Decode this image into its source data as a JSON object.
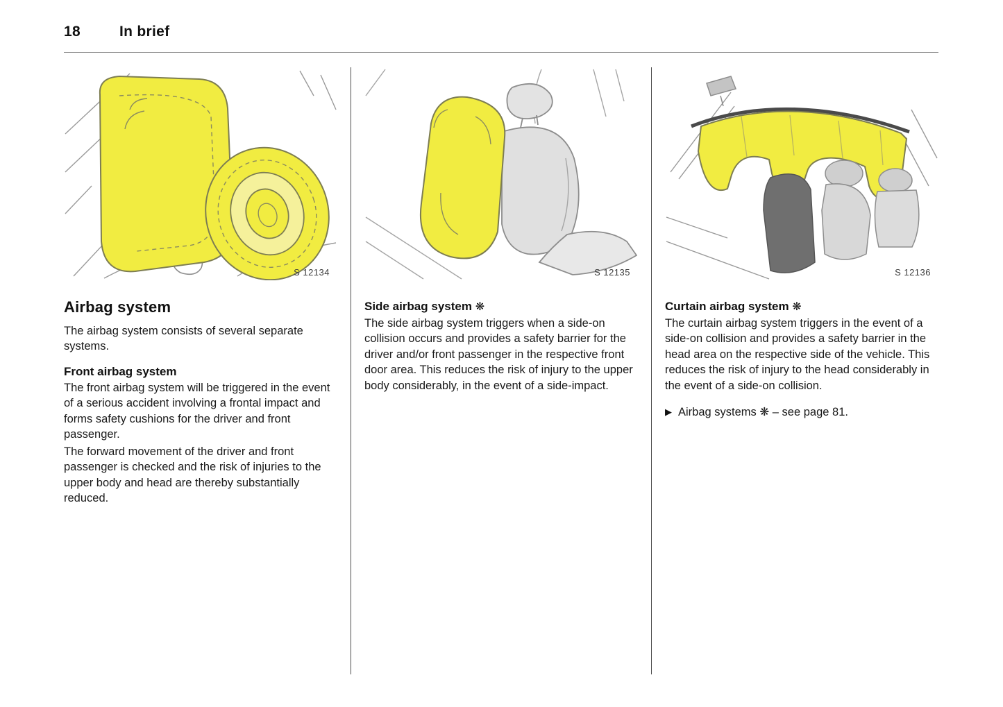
{
  "page": {
    "number": "18",
    "section": "In brief"
  },
  "colors": {
    "airbag_highlight": "#f1ec41"
  },
  "columns": [
    {
      "image_caption": "S 12134",
      "heading": "Airbag system",
      "intro": "The airbag system consists of several separate systems.",
      "subheading": "Front airbag system",
      "paragraph1": "The front airbag system will be triggered in the event of a serious accident involving a frontal impact and forms safety cushions for the driver and front passenger.",
      "paragraph2": "The forward movement of the driver and front passenger is checked and the risk of injuries to the upper body and head are thereby substantially reduced."
    },
    {
      "image_caption": "S 12135",
      "heading": "Side airbag system",
      "symbol": "❋",
      "paragraph1": "The side airbag system triggers when a side-on collision occurs and provides a safety barrier for the driver and/or front passenger in the respective front door area. This reduces the risk of injury to the upper body considerably, in the event of a side-impact."
    },
    {
      "image_caption": "S 12136",
      "heading": "Curtain airbag system",
      "symbol": "❋",
      "paragraph1": "The curtain airbag system triggers in the event of a side-on collision and provides a safety barrier in the head area on the respective side of the vehicle. This reduces the risk of injury to the head considerably in the event of a side-on collision.",
      "note_marker": "▶",
      "note_text": "Airbag systems ❋ – see page 81."
    }
  ]
}
